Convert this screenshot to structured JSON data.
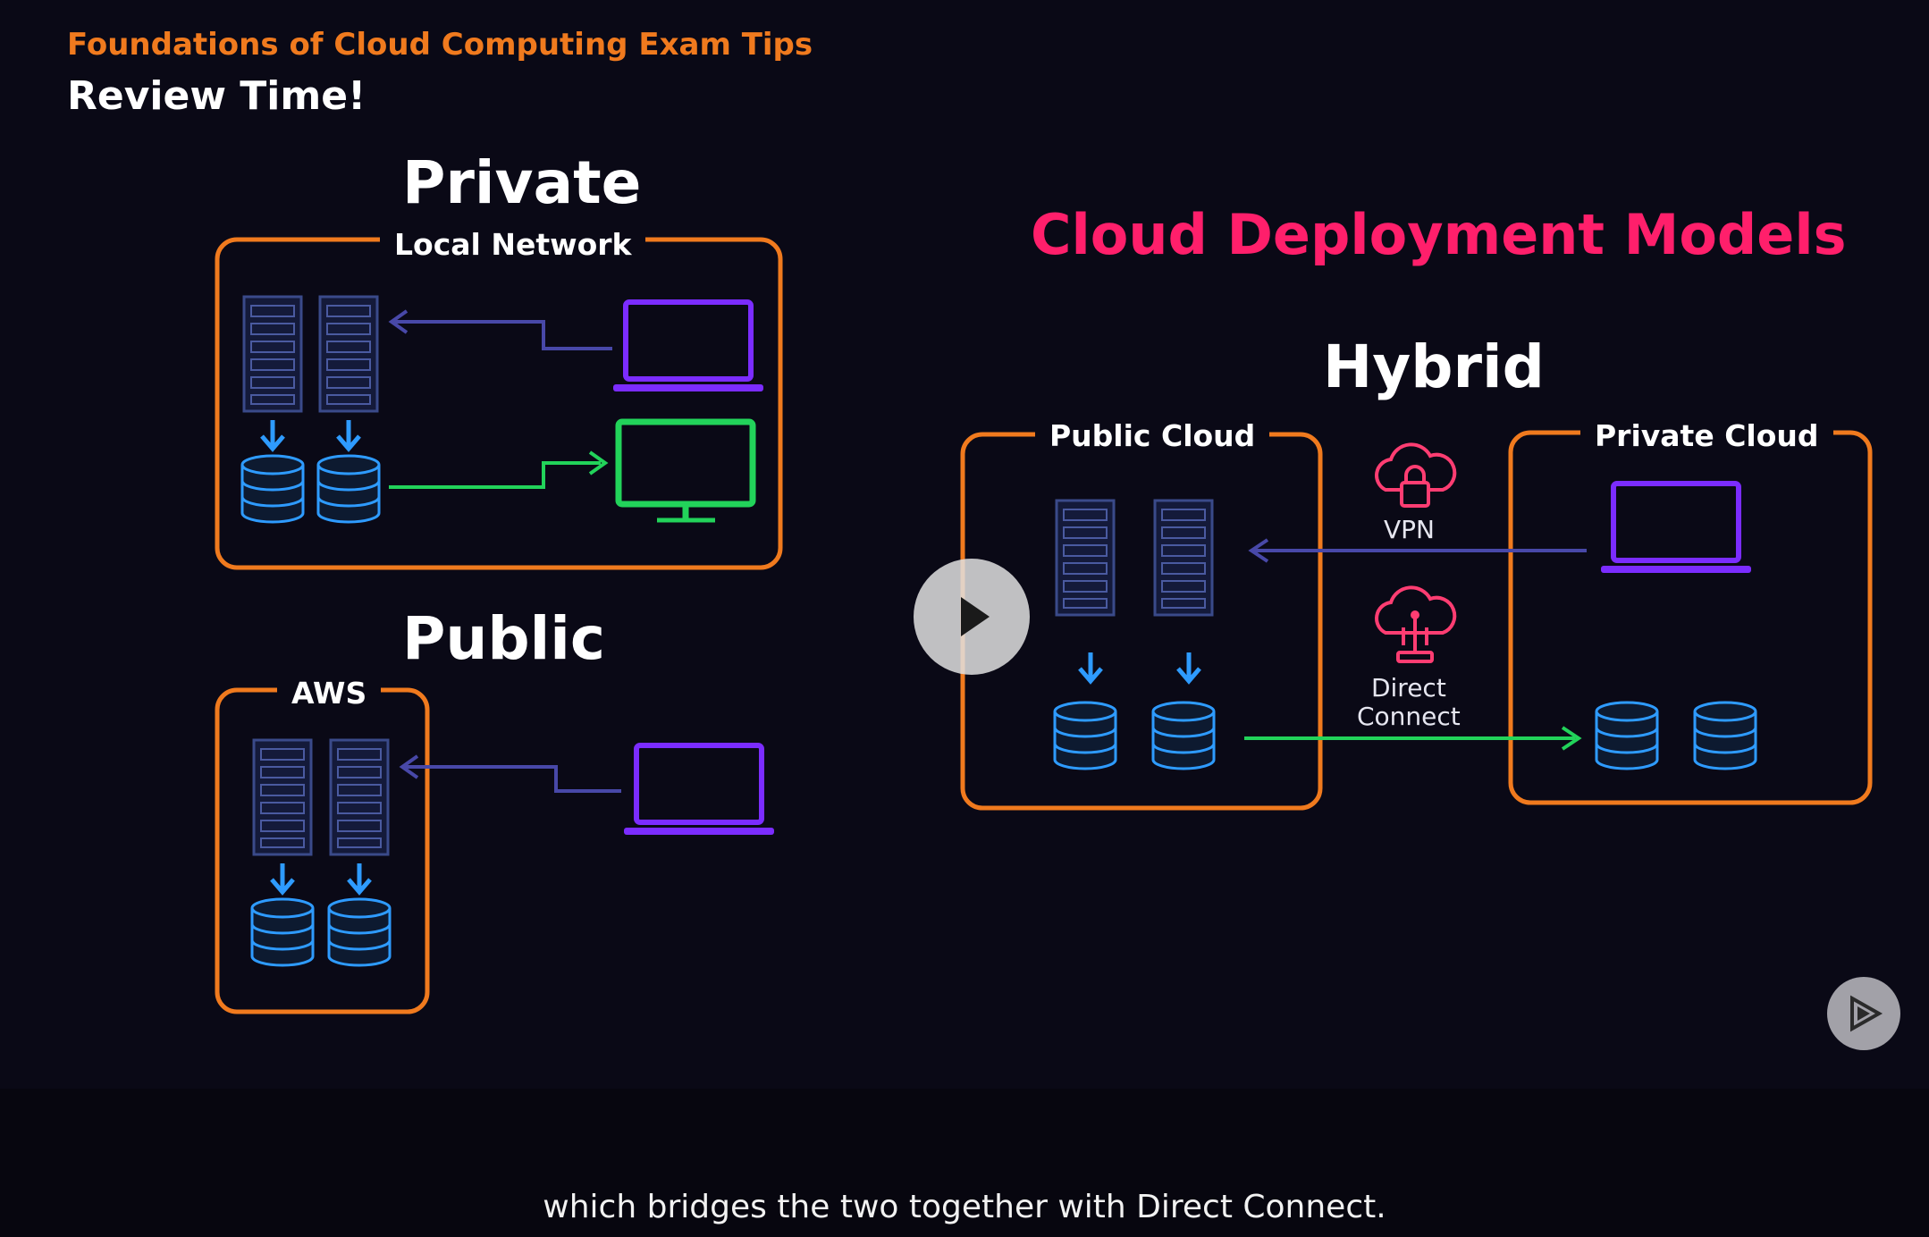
{
  "slide": {
    "course_title": "Foundations of Cloud Computing Exam Tips",
    "section_title": "Review Time!",
    "private_title": "Private",
    "local_network_label": "Local Network",
    "public_title": "Public",
    "aws_label": "AWS",
    "models_title": "Cloud Deployment Models",
    "hybrid_title": "Hybrid",
    "public_cloud_label": "Public Cloud",
    "private_cloud_label": "Private Cloud",
    "vpn_label": "VPN",
    "direct_connect_label_line1": "Direct",
    "direct_connect_label_line2": "Connect"
  },
  "colors": {
    "accent_orange": "#f07a1e",
    "title_pink": "#ff1f6b",
    "server_blue": "#2e9bff",
    "laptop_purple": "#7b2cff",
    "monitor_green": "#22d35a",
    "cloud_pink": "#ff3d72"
  },
  "player": {
    "play_icon": "play-icon",
    "brand_icon": "pluralsight-logo-icon"
  },
  "caption": {
    "text": "which bridges the two together with Direct Connect."
  }
}
